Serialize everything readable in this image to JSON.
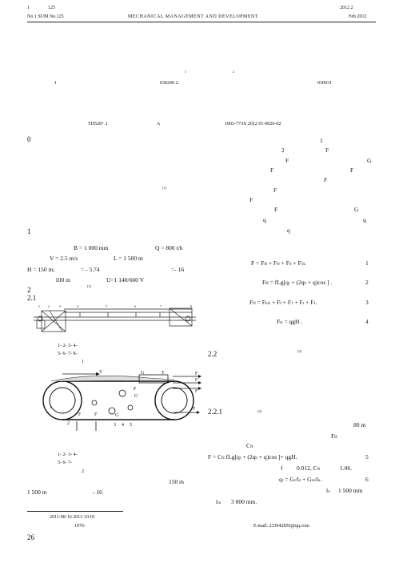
{
  "header": {
    "vol": "1",
    "issue_num": "125",
    "year_issue": "2012  2",
    "issue_en": "No.1  SUM No.125",
    "journal_en": "MECHANICAL   MANAGEMENT   AND   DEVELOPMENT",
    "date_en": "Feb 2012"
  },
  "authors": {
    "sup1": "1",
    "sup2": "2",
    "affil_num": "1",
    "affil_1": "030200  2.",
    "affil_2": "030031"
  },
  "classification": {
    "clc": "TD528+.1",
    "doc_code": "A",
    "article_id": "1003-773X  2012  01-0026-02"
  },
  "left_col": {
    "sec0": "0",
    "ref1": "[1]",
    "sec1": "1",
    "line_b": "B = 1 000 mm",
    "line_q": "Q = 800 t/h",
    "line_v": "V = 2.5  m/s",
    "line_l": "L = 1 500 m",
    "line_h": "H = 150 m;",
    "line_ang": "= - 5.74",
    "line_16": "=- 16",
    "line_100m": "100 m",
    "line_u": "U=1 140/660 V",
    "sec2": "2",
    "ref2": "[1]",
    "sec21": "2.1",
    "fig1_cap1": "1-          2-          3-          4-",
    "fig1_cap2": "5-        6-        7-        8-",
    "fig1_num": "1",
    "fig2_cap1": "1-          2-          3-          4-",
    "fig2_cap2": "5-          6-          7-",
    "fig2_num": "2",
    "len150": "150 m",
    "len1500": "1 500 m",
    "neg16": "- 16",
    "received": "2011-08-16          2011-10-01",
    "born": "1976-",
    "email": "E-mail: 233642856@qq.com",
    "page_no": "26"
  },
  "right_col": {
    "sec1": "1",
    "sec2": "2",
    "f_r": "F",
    "f_h": "F",
    "g_b": "G",
    "f_s": "F",
    "f_st": "F",
    "f_w": "F",
    "f_bu": "F",
    "f_t": "F",
    "g_r": "G",
    "q_r": "q",
    "q_l": "q",
    "q_b": "q",
    "ref_q": "[1]",
    "eq1": "F = F",
    "eq1_tail": "+ F",
    "eq1_num": "1",
    "eq2": "F",
    "eq2b": "= fLg[q",
    "eq2c": "+ (2q",
    "eq2d": "+ q)cos ] .",
    "eq2_num": "2",
    "eq3": "F",
    "eq3b": "= F",
    "eq3c": "+ F",
    "eq3_num": "3",
    "eq4": "F",
    "eq4b": "= qgH .",
    "eq4_num": "4",
    "sec22": "2.2",
    "ref22": "[2]",
    "sec221": "2.2.1",
    "ref221": "[2]",
    "len80": "80 m",
    "cn": "C",
    "eq5": "F = C",
    "eq5b": "fLg[q",
    "eq5c": "+ (2q",
    "eq5d": "+ q)cos  ]+ qgH.",
    "eq5_num": "5",
    "f_val": "f",
    "f_num": "0.012,  C",
    "cn_num": "1.06.",
    "eq6": "q",
    "eq6b": "= G",
    "eq6c": "/l",
    "eq6d": "+ G",
    "eq6e": "/l",
    "eq6_num": "6",
    "l_val": "l",
    "l_num": "1 500 mm",
    "lu": "l",
    "lu_num": "3 000 mm."
  },
  "diagram_labels": {
    "v": "V",
    "g": "G",
    "t": "T",
    "fh": "F",
    "fm": "F",
    "fw": "F",
    "fst": "F",
    "fgu": "G",
    "ft": "F",
    "f1": "1",
    "f2": "2",
    "fk": "F",
    "flu": "F",
    "gu": "G",
    "n3": "3",
    "n4": "4",
    "n5": "5"
  }
}
